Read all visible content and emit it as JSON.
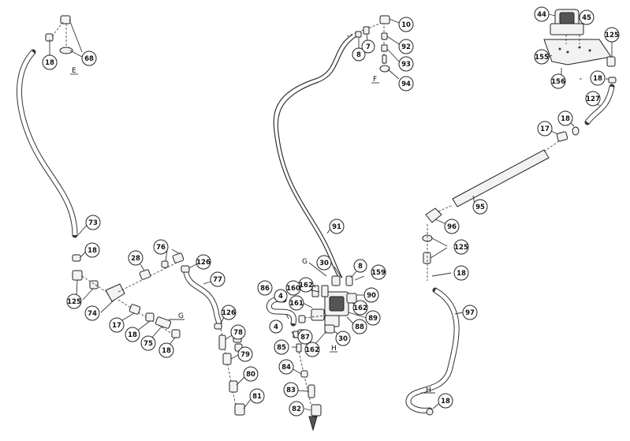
{
  "diagram": {
    "callouts": [
      "68",
      "18",
      "73",
      "18",
      "125",
      "74",
      "28",
      "76",
      "126",
      "77",
      "17",
      "18",
      "75",
      "18",
      "126",
      "78",
      "79",
      "80",
      "81",
      "10",
      "92",
      "93",
      "94",
      "8",
      "7",
      "91",
      "30",
      "8",
      "159",
      "162",
      "160",
      "161",
      "86",
      "4",
      "90",
      "162",
      "89",
      "88",
      "87",
      "4",
      "85",
      "162",
      "30",
      "84",
      "83",
      "82",
      "44",
      "45",
      "125",
      "155",
      "156",
      "18",
      "127",
      "17",
      "18",
      "95",
      "96",
      "125",
      "18",
      "97",
      "18"
    ],
    "letters": [
      "E",
      "F",
      "G",
      "G",
      "H",
      "H"
    ]
  }
}
